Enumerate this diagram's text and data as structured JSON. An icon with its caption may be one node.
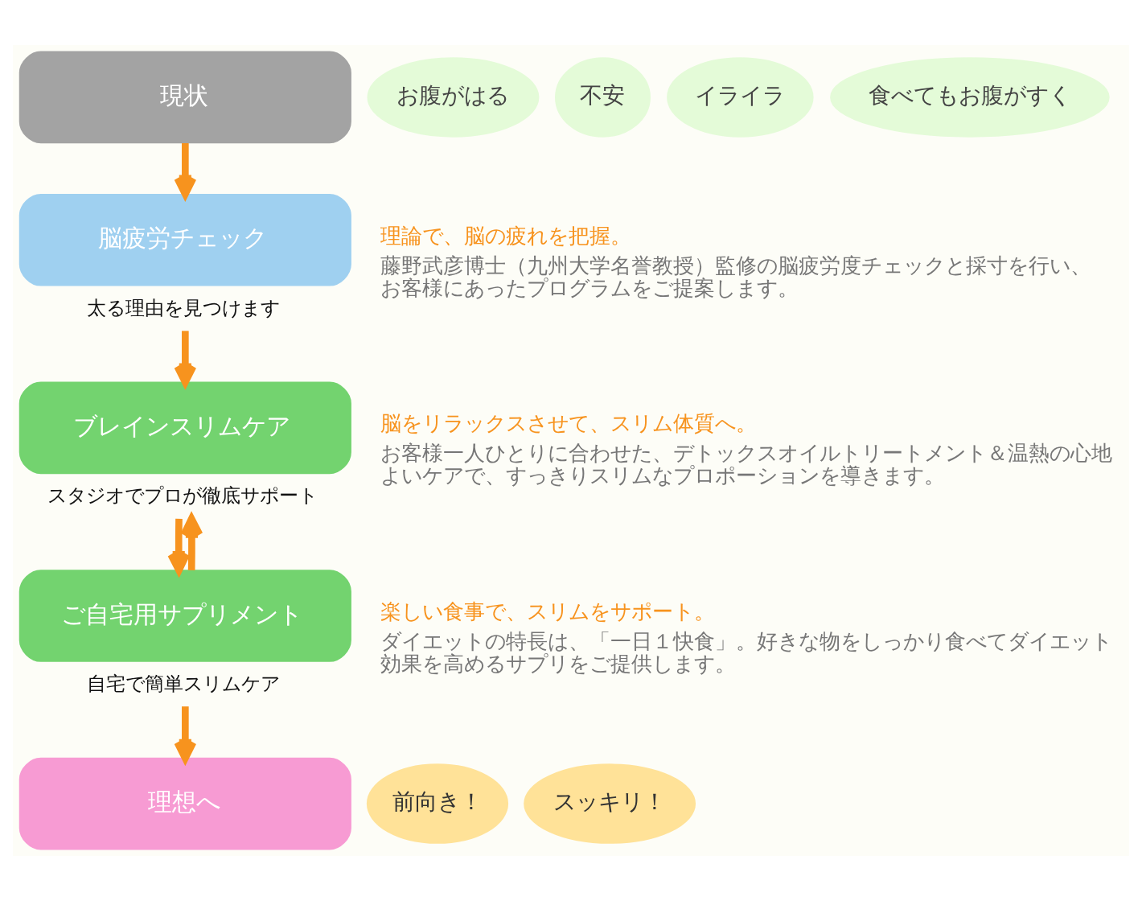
{
  "diagram": {
    "nodes": [
      {
        "text": [
          "現状"
        ]
      },
      {
        "text": [
          "お腹がはる"
        ]
      },
      {
        "text": [
          "不安"
        ]
      },
      {
        "text": [
          "イライラ"
        ]
      },
      {
        "text": [
          "食べてもお腹がすく"
        ]
      },
      {
        "text": [
          "脳疲労チェック"
        ],
        "beside": [
          "太る理由を見つけます",
          "理論で、脳の疲れを把握。",
          "藤野武彦博士（九州大学名誉教授）監修の脳疲労度チェックと採寸を行い、お客様にあったプログラムをご提案します。"
        ]
      },
      {
        "text": [
          "ブレインスリムケア"
        ],
        "beside": [
          "スタジオでプロが徹底サポート",
          "脳をリラックスさせて、スリム体質へ。",
          "お客様一人ひとりに合わせた、デトックスオイルトリートメント＆温熱の心地よいケアで、すっきりスリムなプロポーションを導きます。"
        ]
      },
      {
        "text": [
          "ご自宅用サプリメント"
        ],
        "beside": [
          "自宅で簡単スリムケア",
          "楽しい食事で、スリムをサポート。",
          "ダイエットの特長は、「一日１快食」。好きな物をしっかり食べてダイエット効果を高めるサプリをご提供します。"
        ]
      },
      {
        "text": [
          "理想へ"
        ]
      },
      {
        "text": [
          "前向き！"
        ]
      },
      {
        "text": [
          "スッキリ！"
        ]
      }
    ],
    "edges": [
      {
        "from": 0,
        "to": 5,
        "arrow": "to"
      },
      {
        "from": 5,
        "to": 6,
        "arrow": "to"
      },
      {
        "from": 7,
        "to": 6,
        "arrow": "to"
      },
      {
        "from": 6,
        "to": 7,
        "arrow": "to"
      },
      {
        "from": 7,
        "to": 8,
        "arrow": "to"
      }
    ]
  }
}
